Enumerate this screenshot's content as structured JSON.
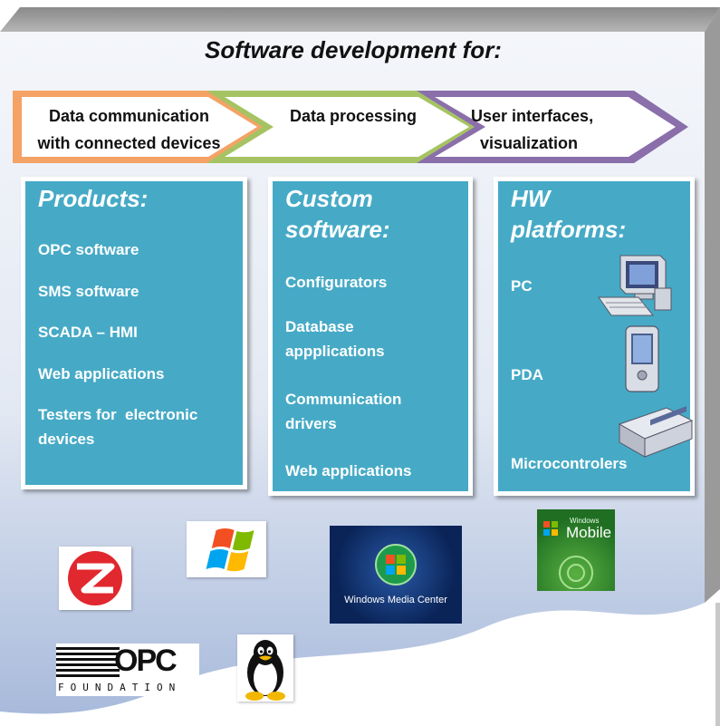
{
  "title": "Software development for:",
  "flow": [
    {
      "lines": [
        "Data communication",
        "with connected devices"
      ],
      "color": "#f0954a"
    },
    {
      "lines": [
        "Data processing"
      ],
      "color": "#9bbb59"
    },
    {
      "lines": [
        "User interfaces,",
        "visualization"
      ],
      "color": "#8064a2"
    }
  ],
  "boxes": [
    {
      "title_lines": [
        "Products:"
      ],
      "items": [
        "OPC software",
        "SMS software",
        "SCADA – HMI",
        "Web applications",
        "Testers for  electronic devices"
      ]
    },
    {
      "title_lines": [
        "Custom",
        "software:"
      ],
      "items": [
        "Configurators",
        "Database appplications",
        "Communication drivers",
        "Web applications"
      ]
    },
    {
      "title_lines": [
        "HW",
        "platforms:"
      ],
      "items": [
        "PC",
        "PDA",
        "Microcontrolers"
      ]
    }
  ],
  "logos": {
    "wmc_text": "Windows Media Center",
    "wm_small": "Windows",
    "wm_text": "Mobile",
    "opc_text": "OPC",
    "opc_sub": "FOUNDATION"
  },
  "colors": {
    "box_fill": "#46aac6",
    "panel_top": "#f2f4f8",
    "panel_bottom": "#a9bad8"
  }
}
